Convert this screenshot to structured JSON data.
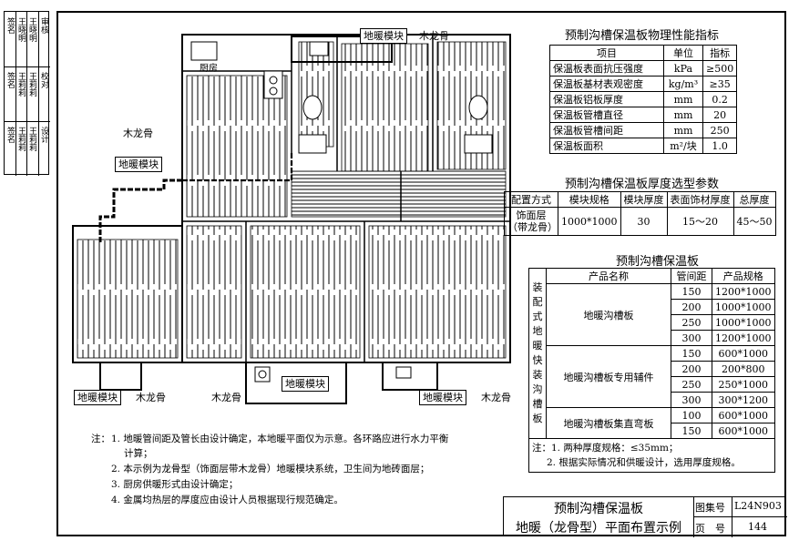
{
  "side_strip": {
    "col1": [
      "审核",
      "校对",
      "设计"
    ],
    "col2": [
      "王晓明",
      "王莉莉",
      "王莉莉"
    ],
    "col3": [
      "王晓明",
      "王莉莉",
      "王莉莉"
    ],
    "col4": [
      "签名",
      "签名",
      "签名"
    ]
  },
  "plan": {
    "labels": {
      "floor_module_top": "地暖模块",
      "wood_keel_top": "木龙骨",
      "kitchen": "厨房",
      "wood_keel_left": "木龙骨",
      "floor_module_left": "地暖模块",
      "floor_module_bl": "地暖模块",
      "wood_keel_bl": "木龙骨",
      "wood_keel_bc": "木龙骨",
      "floor_module_bc": "地暖模块",
      "floor_module_br": "地暖模块",
      "wood_keel_br": "木龙骨"
    }
  },
  "table1": {
    "title": "预制沟槽保温板物理性能指标",
    "headers": [
      "项目",
      "单位",
      "指标"
    ],
    "rows": [
      [
        "保温板表面抗压强度",
        "kPa",
        "≥500"
      ],
      [
        "保温板基材表观密度",
        "kg/m³",
        "≥35"
      ],
      [
        "保温板铝板厚度",
        "mm",
        "0.2"
      ],
      [
        "保温板管槽直径",
        "mm",
        "20"
      ],
      [
        "保温板管槽间距",
        "mm",
        "250"
      ],
      [
        "保温板面积",
        "m²/块",
        "1.0"
      ]
    ]
  },
  "table2": {
    "title": "预制沟槽保温板厚度选型参数",
    "headers": [
      "配置方式",
      "模块规格",
      "模块厚度",
      "表面饰材厚度",
      "总厚度"
    ],
    "row": [
      "饰面层（带龙骨）",
      "1000*1000",
      "30",
      "15～20",
      "45～50"
    ]
  },
  "table3": {
    "title": "预制沟槽保温板",
    "side_label": "装配式地暖快装沟槽板",
    "headers": [
      "产品名称",
      "管间距",
      "产品规格"
    ],
    "groups": [
      {
        "name": "地暖沟槽板",
        "rows": [
          [
            "150",
            "1200*1000"
          ],
          [
            "200",
            "1000*1000"
          ],
          [
            "250",
            "1000*1000"
          ],
          [
            "300",
            "1200*1000"
          ]
        ]
      },
      {
        "name": "地暖沟槽板专用辅件",
        "rows": [
          [
            "150",
            "600*1000"
          ],
          [
            "200",
            "200*800"
          ],
          [
            "250",
            "250*1000"
          ],
          [
            "300",
            "300*1200"
          ]
        ]
      },
      {
        "name": "地暖沟槽板集直弯板",
        "rows": [
          [
            "100",
            "600*1000"
          ],
          [
            "150",
            "600*1000"
          ]
        ]
      }
    ],
    "note1": "注：1. 两种厚度规格：≤35mm；",
    "note2": "2. 根据实际情况和供暖设计，选用厚度规格。"
  },
  "notes": {
    "prefix": "注：",
    "n1a": "1. 地暖管间距及管长由设计确定，本地暖平面仅为示意。各环路应进行水力平衡",
    "n1b": "计算；",
    "n2": "2. 本示例为龙骨型（饰面层带木龙骨）地暖模块系统，卫生间为地砖面层；",
    "n3": "3. 厨房供暖形式由设计确定；",
    "n4": "4. 金属均热层的厚度应由设计人员根据现行规范确定。"
  },
  "title_block": {
    "line1": "预制沟槽保温板",
    "line2": "地暖（龙骨型）平面布置示例",
    "atlas_label": "图集号",
    "atlas_no": "L24N903",
    "page_label": "页　号",
    "page_no": "144"
  }
}
